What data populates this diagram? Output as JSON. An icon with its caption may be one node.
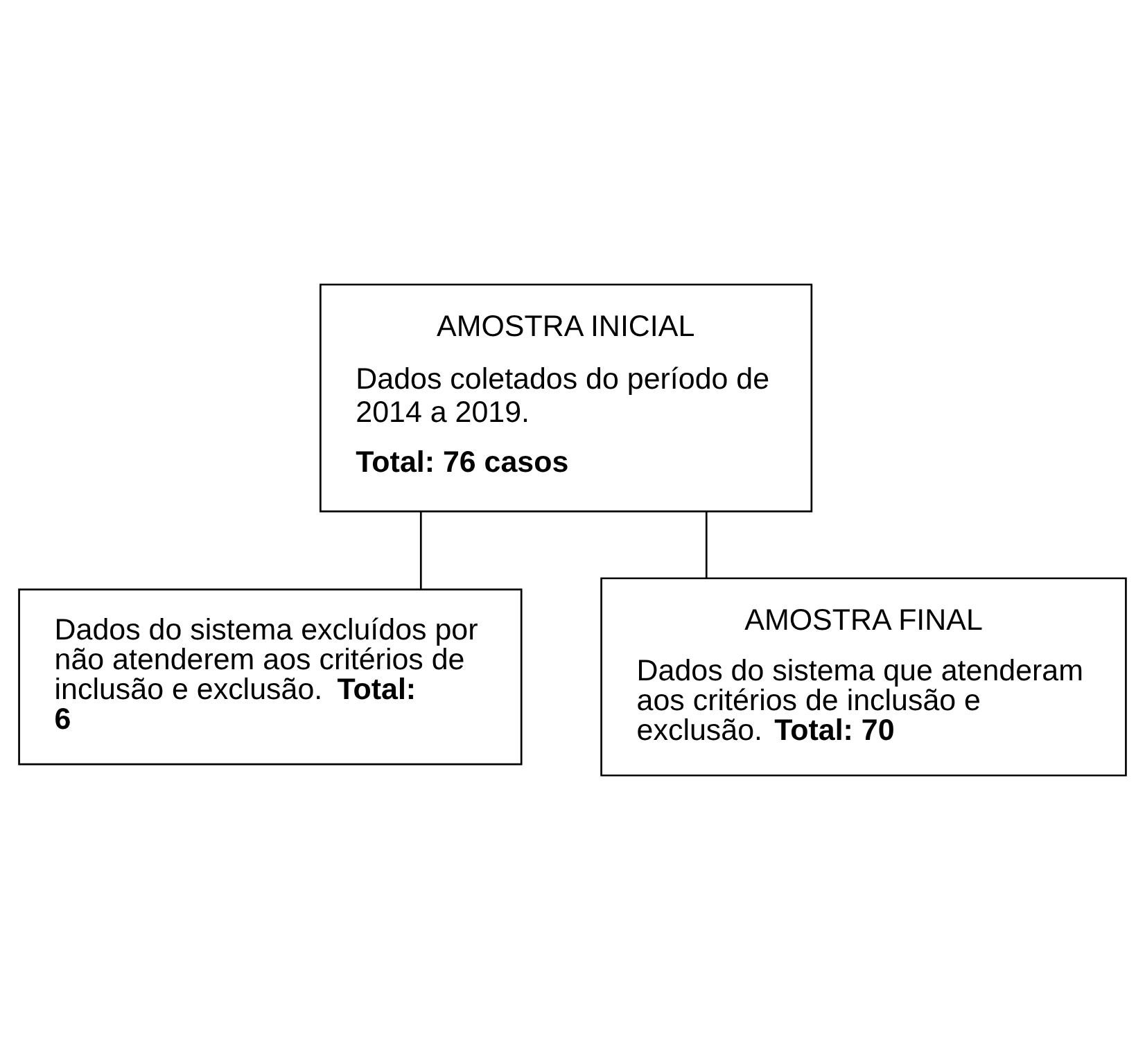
{
  "diagram": {
    "nodes": [
      {
        "text": [
          "AMOSTRA INICIAL",
          "Dados coletados do período de 2014 a 2019.",
          "Total: 76 casos"
        ]
      },
      {
        "text": [
          "Dados do sistema excluídos por não atenderem aos critérios de inclusão e exclusão. **Total: 6**"
        ]
      },
      {
        "text": [
          "AMOSTRA FINAL",
          "Dados do sistema que atenderam aos critérios de inclusão e exclusão. **Total: 70**"
        ]
      }
    ],
    "edges": [
      {
        "from": 0,
        "to": 2,
        "arrow": "none"
      },
      {
        "from": 0,
        "to": 1,
        "arrow": "none"
      }
    ]
  }
}
